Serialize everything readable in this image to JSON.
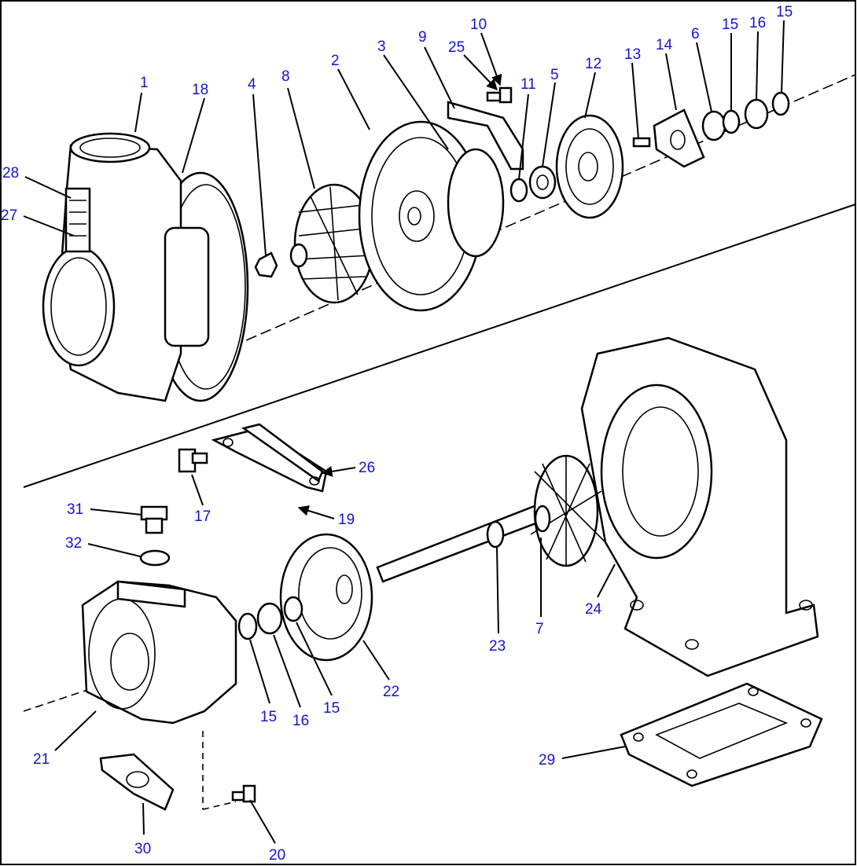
{
  "diagram": {
    "callouts": [
      "1",
      "18",
      "4",
      "8",
      "2",
      "3",
      "9",
      "25",
      "10",
      "11",
      "5",
      "12",
      "13",
      "14",
      "6",
      "15",
      "16",
      "15",
      "28",
      "27",
      "26",
      "17",
      "19",
      "31",
      "32",
      "24",
      "7",
      "23",
      "22",
      "21",
      "15",
      "16",
      "15",
      "29",
      "30",
      "20"
    ]
  }
}
